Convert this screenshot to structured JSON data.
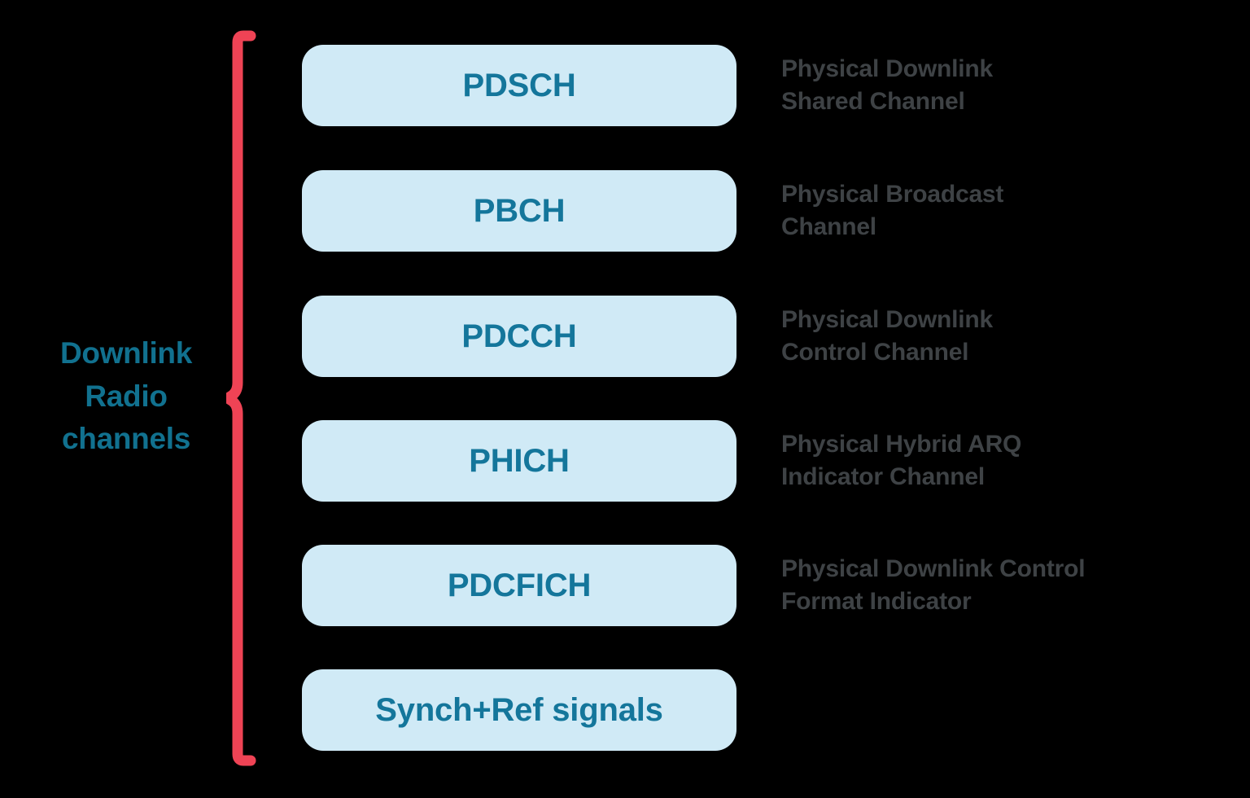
{
  "diagram": {
    "group_label": "Downlink Radio channels",
    "group_label_lines": [
      "Downlink",
      "Radio",
      "channels"
    ],
    "colors": {
      "background": "#000000",
      "brace": "#ef4355",
      "chip_fill": "#d0eaf6",
      "chip_text": "#14769b",
      "group_label_text": "#11718f",
      "description_text": "#3e4245"
    },
    "rows": [
      {
        "channel": "PDSCH",
        "description": "Physical Downlink Shared Channel",
        "description_lines": [
          "Physical Downlink",
          "Shared Channel"
        ]
      },
      {
        "channel": "PBCH",
        "description": "Physical Broadcast Channel",
        "description_lines": [
          "Physical Broadcast",
          "Channel"
        ]
      },
      {
        "channel": "PDCCH",
        "description": "Physical Downlink Control Channel",
        "description_lines": [
          "Physical Downlink",
          "Control Channel"
        ]
      },
      {
        "channel": "PHICH",
        "description": "Physical Hybrid ARQ Indicator Channel",
        "description_lines": [
          "Physical Hybrid ARQ",
          "Indicator Channel"
        ]
      },
      {
        "channel": "PDCFICH",
        "description": "Physical Downlink Control Format Indicator",
        "description_lines": [
          "Physical Downlink Control",
          "Format Indicator"
        ]
      },
      {
        "channel": "Synch+Ref signals",
        "description": "",
        "description_lines": [
          "",
          ""
        ]
      }
    ]
  }
}
